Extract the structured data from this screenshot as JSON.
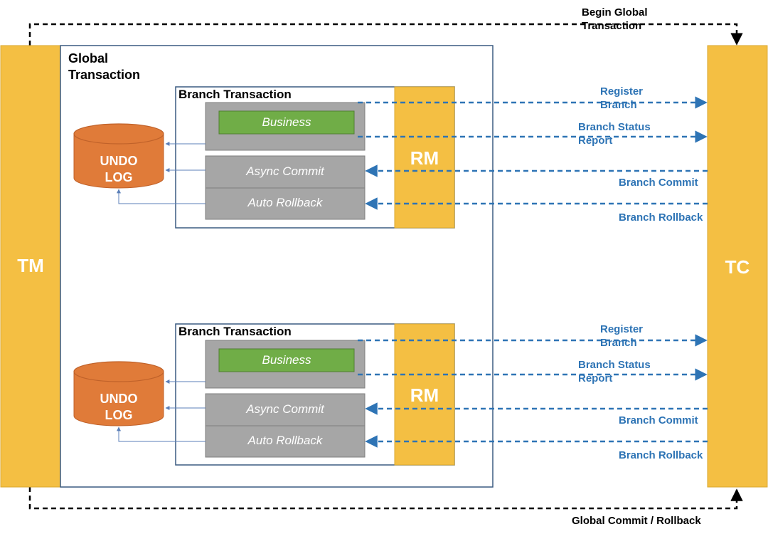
{
  "colors": {
    "gold": "#f4bf43",
    "orange": "#e07b39",
    "grey": "#a6a6a6",
    "green": "#70ad47",
    "blue_arrow": "#2e74b5",
    "box_border": "#3a5a80"
  },
  "tm_label": "TM",
  "tc_label": "TC",
  "global_transaction_label": "Global\nTransaction",
  "begin_global_label": "Begin Global\nTransaction",
  "global_commit_label": "Global Commit / Rollback",
  "branches": [
    {
      "title": "Branch Transaction",
      "business": "Business",
      "async_commit": "Async Commit",
      "auto_rollback": "Auto Rollback",
      "rm": "RM",
      "undo_log": "UNDO\nLOG",
      "register": "Register\nBranch",
      "status_report": "Branch Status\nReport",
      "branch_commit": "Branch Commit",
      "branch_rollback": "Branch Rollback"
    },
    {
      "title": "Branch Transaction",
      "business": "Business",
      "async_commit": "Async Commit",
      "auto_rollback": "Auto Rollback",
      "rm": "RM",
      "undo_log": "UNDO\nLOG",
      "register": "Register\nBranch",
      "status_report": "Branch Status\nReport",
      "branch_commit": "Branch Commit",
      "branch_rollback": "Branch Rollback"
    }
  ]
}
